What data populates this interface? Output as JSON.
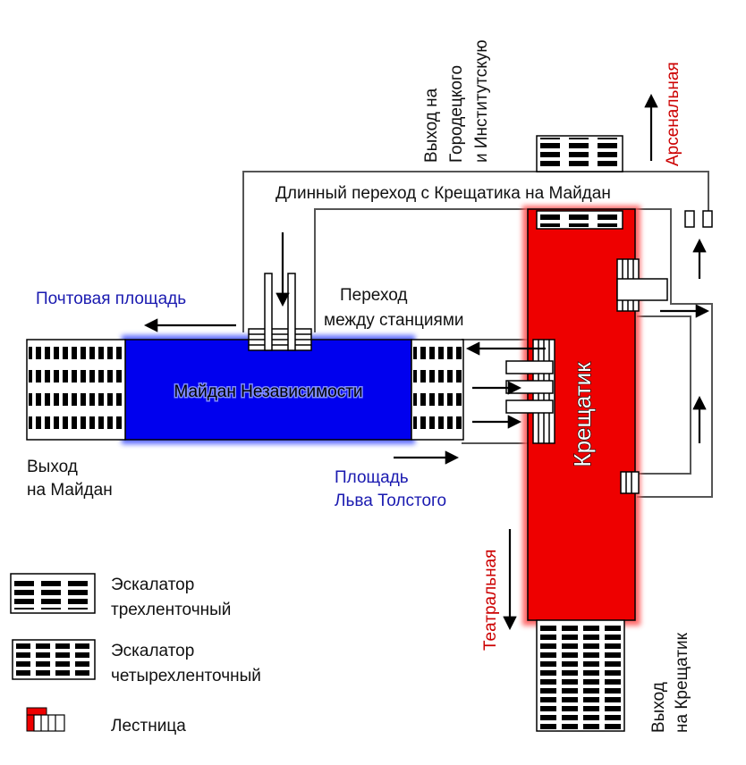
{
  "colors": {
    "maidan_station": "#0000ee",
    "maidan_glow": "#4b5cff",
    "kreschatik_station": "#ee0000",
    "kreschatik_glow": "#ff5a5a",
    "passage_outline": "#555555",
    "label_blue": "#1a1ab0",
    "label_red": "#cc0000",
    "text_dark": "#111111"
  },
  "stations": {
    "maidan": "Майдан Независимости",
    "kreschatik": "Крещатик"
  },
  "passages": {
    "long_passage": "Длинный переход с Крещатика на Майдан",
    "between_line1": "Переход",
    "between_line2": "между станциями"
  },
  "exits": {
    "pochtovaya": "Почтовая площадь",
    "maidan_line1": "Выход",
    "maidan_line2": "на Майдан",
    "tolstoy_line1": "Площадь",
    "tolstoy_line2": "Льва Толстого",
    "gorodetsky_line1": "Выход на",
    "gorodetsky_line2": "Городецкого",
    "gorodetsky_line3": "и Институтскую",
    "arsenalnaya": "Арсенальная",
    "teatralnaya": "Театральная",
    "kreschatik_line1": "Выход",
    "kreschatik_line2": "на Крещатик"
  },
  "legend": {
    "escalator3": {
      "line1": "Эскалатор",
      "line2": "трехленточный"
    },
    "escalator4": {
      "line1": "Эскалатор",
      "line2": "четырехленточный"
    },
    "stairs": "Лестница"
  }
}
